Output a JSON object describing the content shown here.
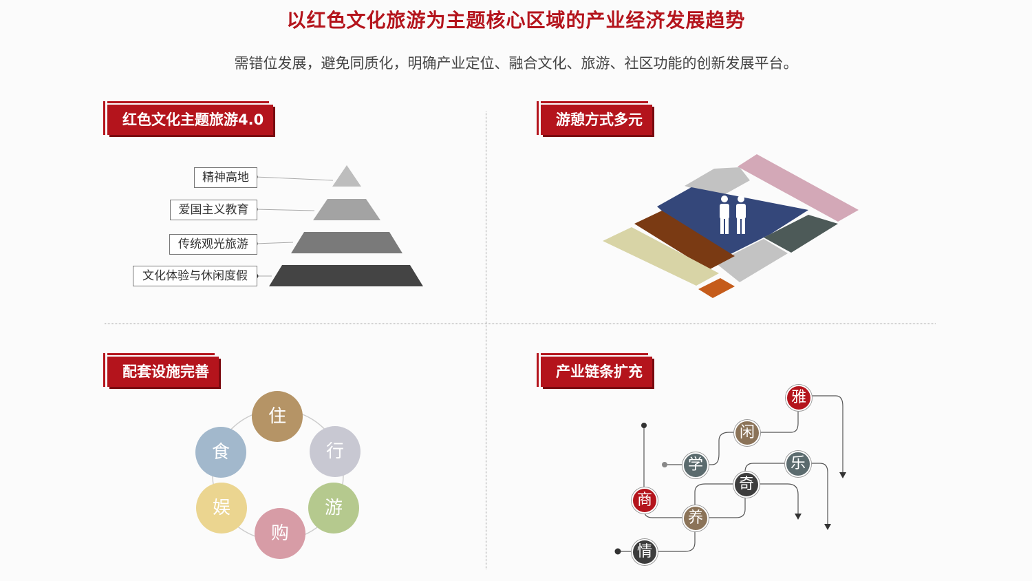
{
  "header": {
    "title": "以红色文化旅游为主题核心区域的产业经济发展趋势",
    "subtitle": "需错位发展，避免同质化，明确产业定位、融合文化、旅游、社区功能的创新发展平台。"
  },
  "sections": {
    "q1": {
      "tag": "红色文化主题旅游4.0",
      "pyramid_labels": [
        "精神高地",
        "爱国主义教育",
        "传统观光旅游",
        "文化体验与休闲度假"
      ]
    },
    "q2": {
      "tag": "游憩方式多元"
    },
    "q3": {
      "tag": "配套设施完善",
      "circles": [
        "住",
        "行",
        "游",
        "购",
        "娱",
        "食"
      ]
    },
    "q4": {
      "tag": "产业链条扩充",
      "nodes": [
        "雅",
        "闲",
        "学",
        "乐",
        "奇",
        "商",
        "养",
        "情"
      ]
    }
  },
  "colors": {
    "brand": "#b4141c",
    "circles": [
      "#b59466",
      "#c8c8d2",
      "#b5c98e",
      "#d79ca6",
      "#ebd590",
      "#a2b8cc"
    ],
    "nodes": [
      "#b4141c",
      "#8b7358",
      "#5b6b6e",
      "#5b6b6e",
      "#3d3d3d",
      "#b4141c",
      "#8b7358",
      "#3d3d3d"
    ]
  }
}
